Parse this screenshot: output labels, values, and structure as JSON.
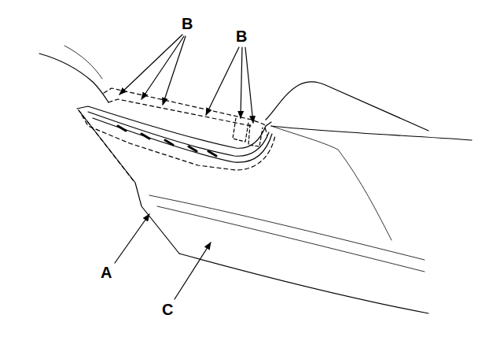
{
  "diagram": {
    "labels": [
      "B",
      "B",
      "A",
      "C"
    ]
  }
}
